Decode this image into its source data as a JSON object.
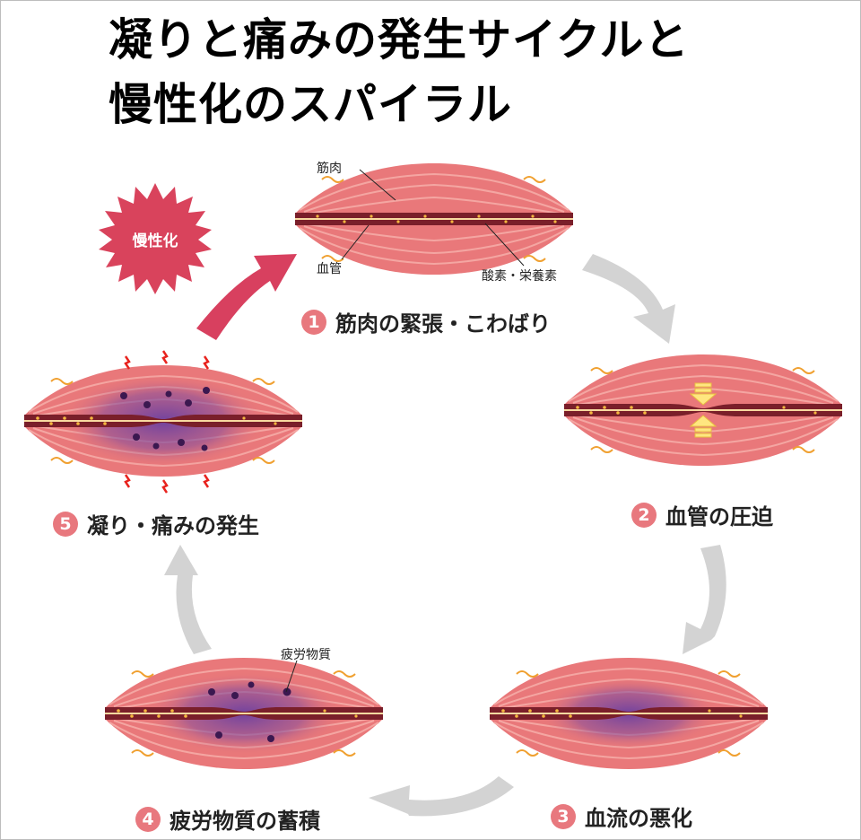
{
  "title": {
    "line1": "凝りと痛みの発生サイクルと",
    "line2": "慢性化のスパイラル"
  },
  "chronic_badge": "慢性化",
  "annotations": {
    "muscle": "筋肉",
    "vessel": "血管",
    "oxygen_nutrients": "酸素・栄養素",
    "fatigue_substances": "疲労物質"
  },
  "steps": [
    {
      "number": "1",
      "label": "筋肉の緊張・こわばり"
    },
    {
      "number": "2",
      "label": "血管の圧迫"
    },
    {
      "number": "3",
      "label": "血流の悪化"
    },
    {
      "number": "4",
      "label": "疲労物質の蓄積"
    },
    {
      "number": "5",
      "label": "凝り・痛みの発生"
    }
  ],
  "colors": {
    "muscle": "#e9787a",
    "muscle_light": "#f4a6a2",
    "vessel": "#7a1f2a",
    "number_circle": "#e8787e",
    "cycle_arrow": "#d3d3d3",
    "spiral_arrow": "#d8405f",
    "badge": "#d9435c",
    "compress_arrow": "#ffe680",
    "fatigue_dot": "#3b1850",
    "pain_mark": "#e8231e"
  }
}
